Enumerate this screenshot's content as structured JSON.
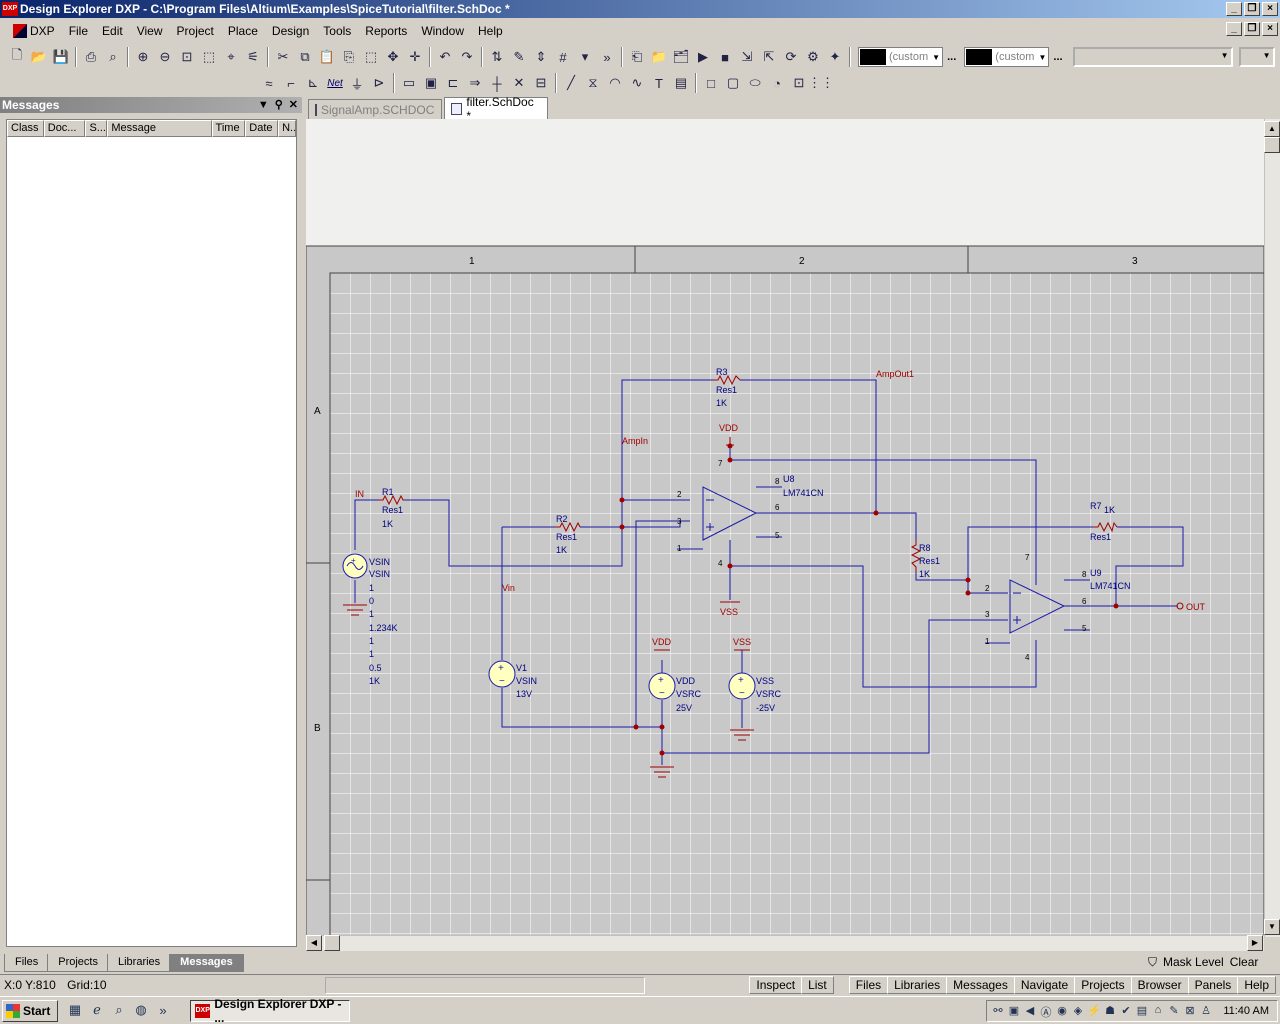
{
  "window": {
    "title": "Design Explorer DXP - C:\\Program Files\\Altium\\Examples\\SpiceTutorial\\filter.SchDoc *",
    "app_icon": "DXP"
  },
  "menu": {
    "items": [
      "DXP",
      "File",
      "Edit",
      "View",
      "Project",
      "Place",
      "Design",
      "Tools",
      "Reports",
      "Window",
      "Help"
    ]
  },
  "toolbar": {
    "color1_label": "(custom",
    "color2_label": "(custom",
    "net_label": "Net"
  },
  "messages_panel": {
    "title": "Messages",
    "columns": [
      "Class",
      "Doc...",
      "S...",
      "Message",
      "Time",
      "Date",
      "N..."
    ]
  },
  "panel_tabs": [
    "Files",
    "Projects",
    "Libraries",
    "Messages"
  ],
  "doc_tabs": [
    {
      "label": "SignalAmp.SCHDOC",
      "active": false
    },
    {
      "label": "filter.SchDoc *",
      "active": true
    }
  ],
  "sheet": {
    "columns": [
      "1",
      "2",
      "3"
    ],
    "rows": [
      "A",
      "B"
    ]
  },
  "schematic": {
    "nets": [
      "IN",
      "AmpIn",
      "AmpOut1",
      "Vin",
      "OUT"
    ],
    "power": [
      "VDD",
      "VSS"
    ],
    "r1": [
      "R1",
      "Res1",
      "1K"
    ],
    "r2": [
      "R2",
      "Res1",
      "1K"
    ],
    "r3": [
      "R3",
      "Res1",
      "1K"
    ],
    "r7": [
      "R7",
      "1K",
      "Res1"
    ],
    "r8": [
      "R8",
      "Res1",
      "1K"
    ],
    "u8": [
      "U8",
      "LM741CN"
    ],
    "u9": [
      "U9",
      "LM741CN"
    ],
    "vsin_lines": [
      "VSIN",
      "VSIN",
      "1",
      "0",
      "1",
      "1.234K",
      "1",
      "1",
      "0.5",
      "1K"
    ],
    "v1": [
      "V1",
      "VSIN",
      "13V"
    ],
    "vdd_src": [
      "VDD",
      "VSRC",
      "25V"
    ],
    "vss_src": [
      "VSS",
      "VSRC",
      "-25V"
    ],
    "pins": [
      "2",
      "3",
      "1",
      "6",
      "8",
      "5",
      "7",
      "4"
    ]
  },
  "mask": {
    "label": "Mask Level",
    "clear": "Clear"
  },
  "status": {
    "coords": "X:0 Y:810",
    "grid": "Grid:10",
    "buttons": [
      "Inspect",
      "List",
      "Files",
      "Libraries",
      "Messages",
      "Navigate",
      "Projects",
      "Browser",
      "Panels",
      "Help"
    ]
  },
  "taskbar": {
    "start": "Start",
    "task": "Design Explorer DXP - ...",
    "clock": "11:40 AM"
  }
}
